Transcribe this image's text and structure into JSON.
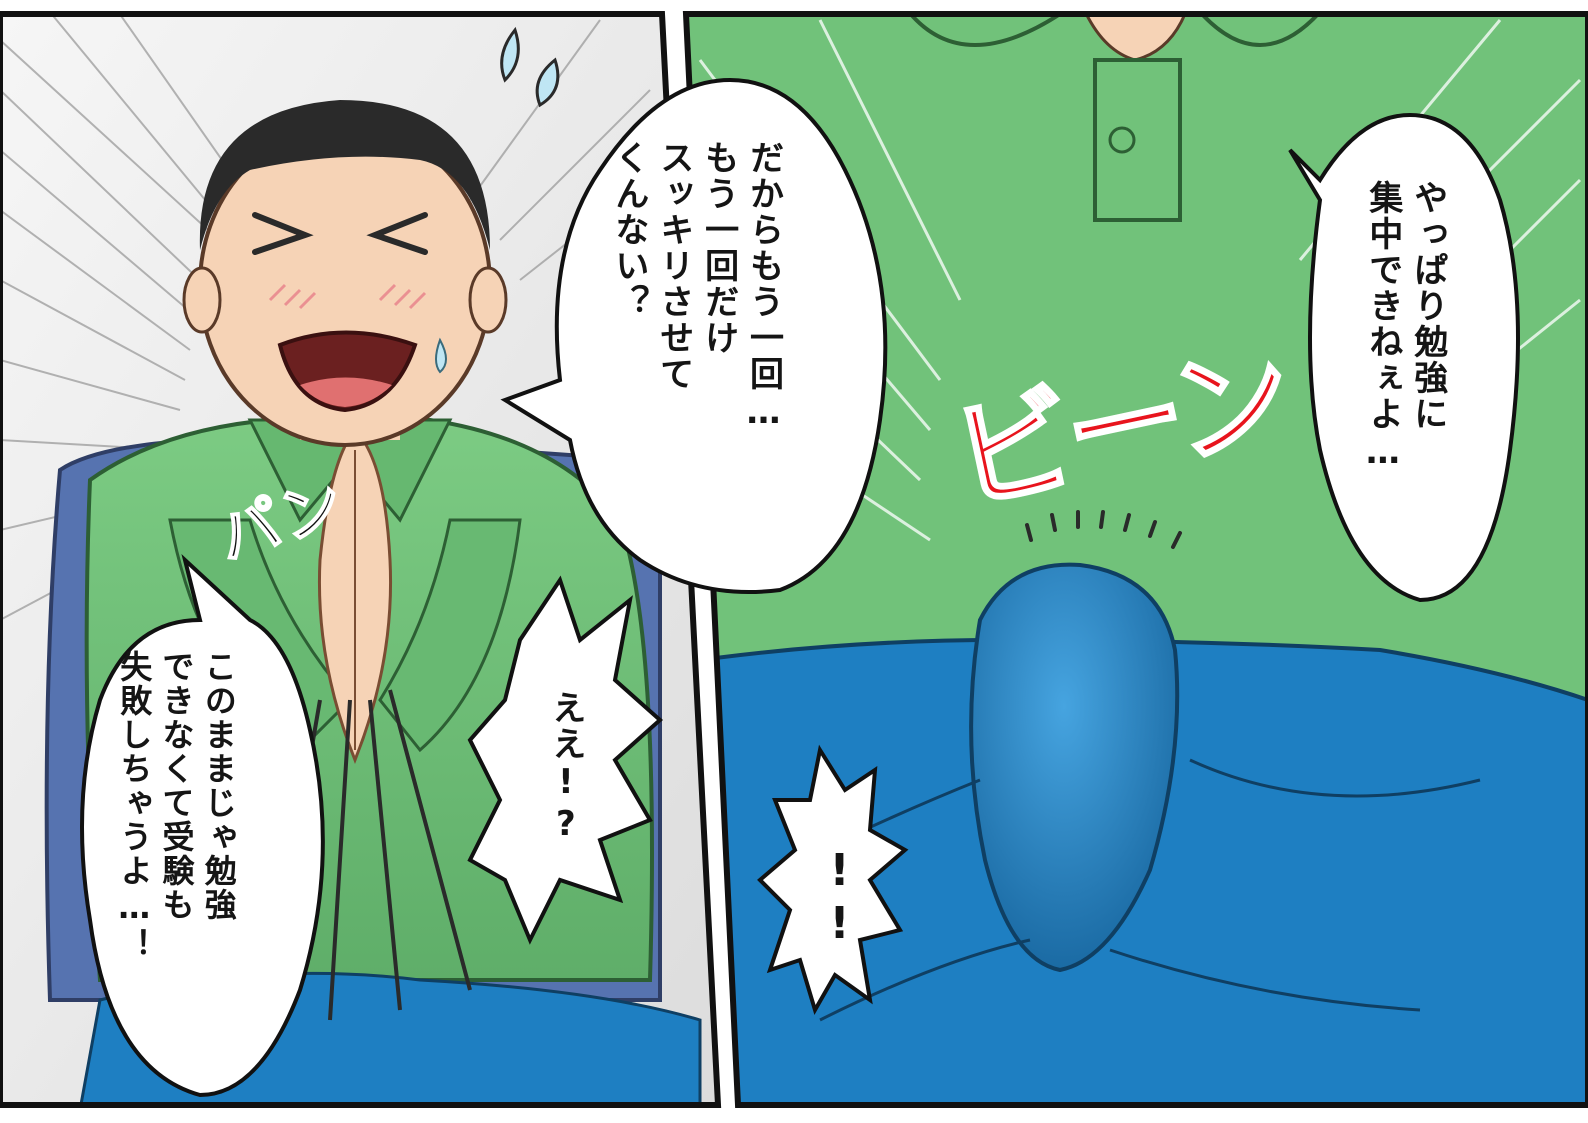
{
  "left_panel": {
    "bubble_plea": "だからもう一回…\nもう一回だけ\nスッキリさせて\nくんない？",
    "bubble_exam": "このままじゃ勉強\nできなくて受験も\n失敗しちゃうよ…！",
    "bubble_surprise": "ええ!?",
    "sfx_clap": "パン"
  },
  "right_panel": {
    "bubble_focus": "やっぱり勉強に\n集中できねぇよ…",
    "bubble_exclaim": "!!",
    "sfx_boing": "ビーン"
  },
  "colors": {
    "shirt_green": "#71c27a",
    "pants_blue": "#1e7fc2",
    "sfx_red": "#e8141d",
    "skin": "#f6d3b6",
    "hair": "#2a2a2a",
    "chair_blue": "#5673b0",
    "background_grey": "#ececec"
  }
}
